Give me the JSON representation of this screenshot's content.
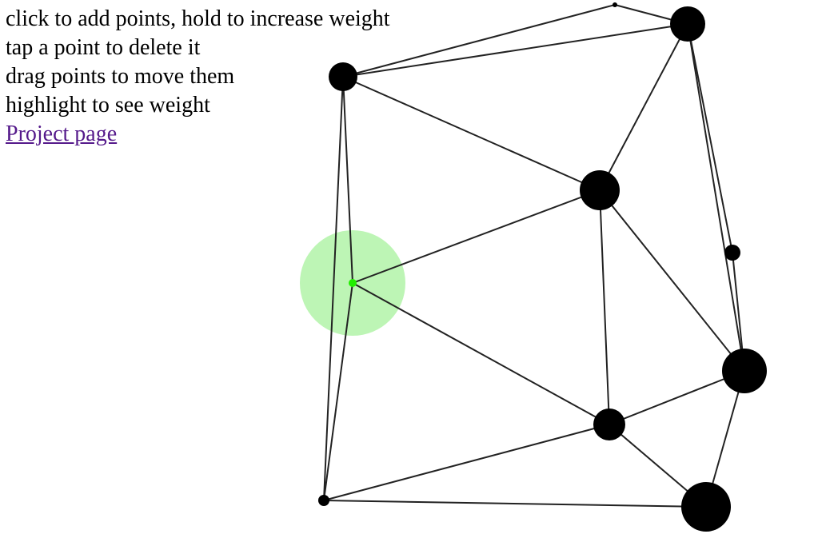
{
  "instructions": {
    "line1": "click to add points, hold to increase weight",
    "line2": "tap a point to delete it",
    "line3": "drag points to move them",
    "line4": "highlight to see weight",
    "link": "Project page"
  },
  "colors": {
    "point": "#000000",
    "edge": "#222222",
    "highlight_fill": "#bdf5b5",
    "highlight_point": "#22ee00"
  }
}
